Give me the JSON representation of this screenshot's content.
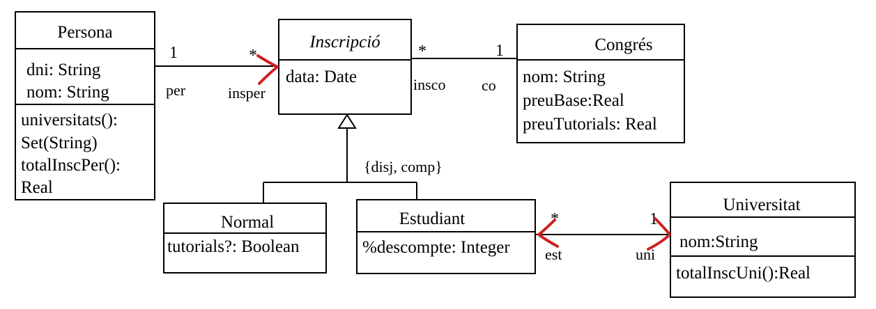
{
  "classes": {
    "persona": {
      "name": "Persona",
      "attributes": [
        "dni: String",
        "nom: String"
      ],
      "methods": [
        "universitats():",
        "Set(String)",
        "totalInscPer():",
        "Real"
      ]
    },
    "inscripcio": {
      "name": "Inscripció",
      "attributes": [
        "data: Date"
      ]
    },
    "congres": {
      "name": "Congrés",
      "attributes": [
        "nom: String",
        "preuBase:Real",
        "preuTutorials: Real"
      ]
    },
    "normal": {
      "name": "Normal",
      "attributes": [
        "tutorials?: Boolean"
      ]
    },
    "estudiant": {
      "name": "Estudiant",
      "attributes": [
        "%descompte: Integer"
      ]
    },
    "universitat": {
      "name": "Universitat",
      "attributes": [
        "nom:String"
      ],
      "methods": [
        "totalInscUni():Real"
      ]
    }
  },
  "associations": {
    "persona_inscripcio": {
      "mult_persona": "1",
      "mult_inscripcio": "*",
      "role_persona": "per",
      "role_inscripcio": "insper"
    },
    "inscripcio_congres": {
      "mult_inscripcio": "*",
      "mult_congres": "1",
      "role_inscripcio": "insco",
      "role_congres": "co"
    },
    "estudiant_universitat": {
      "mult_estudiant": "*",
      "mult_universitat": "1",
      "role_estudiant": "est",
      "role_universitat": "uni"
    }
  },
  "generalization": {
    "constraint": "{disj, comp}"
  },
  "colors": {
    "ink": "#000000",
    "annotation": "#cc2222",
    "background": "#ffffff"
  }
}
